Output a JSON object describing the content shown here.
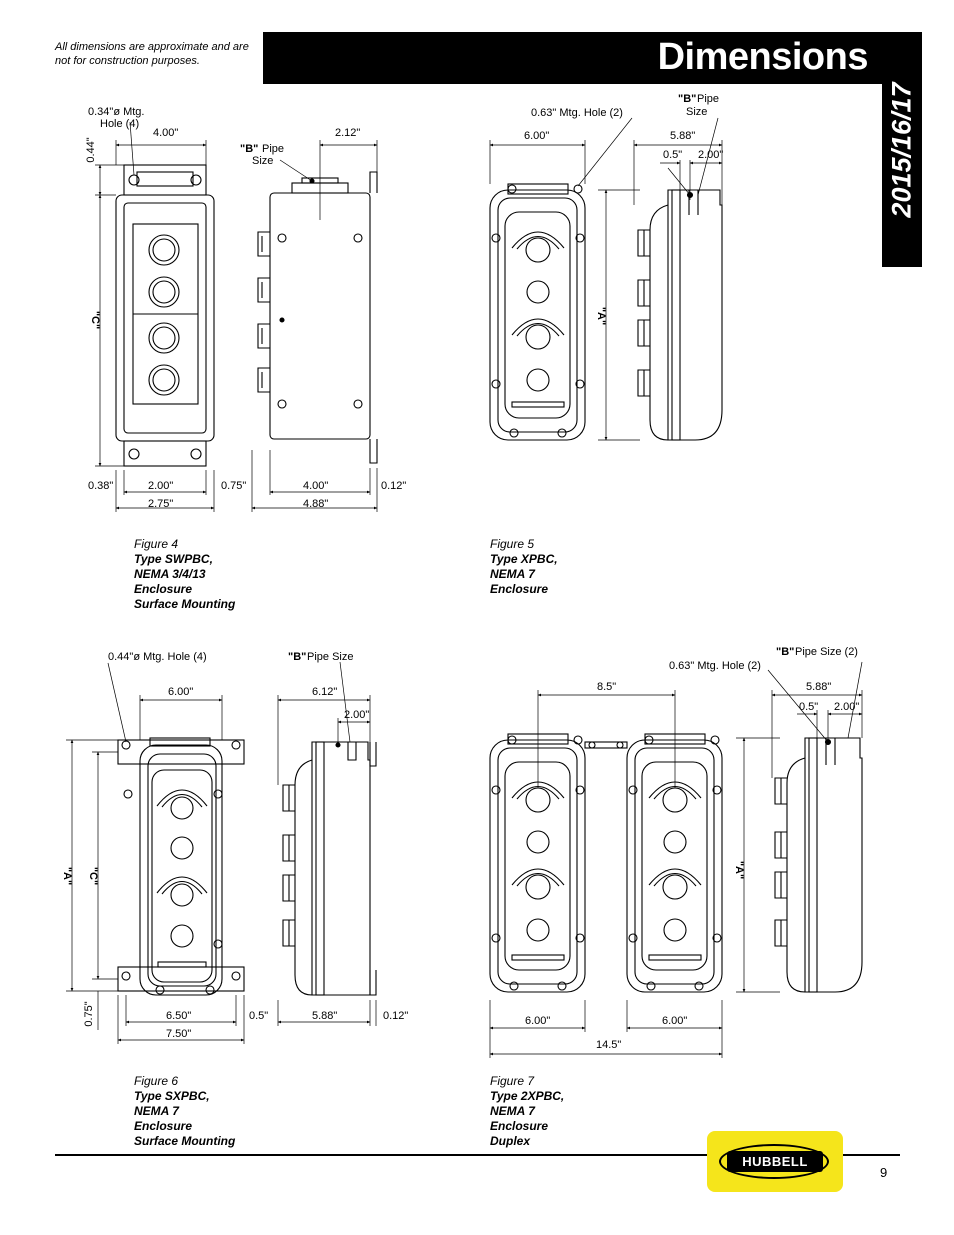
{
  "header": {
    "disclaimer": "All dimensions are approximate and are not for construction purposes.",
    "title": "Dimensions",
    "year": "2015/16/17"
  },
  "figures": [
    {
      "id": "fig4",
      "label": "Figure 4",
      "lines": [
        "Type SWPBC,",
        "NEMA 3/4/13",
        "Enclosure",
        "Surface Mounting"
      ],
      "dims": {
        "hole": "0.34\"ø Mtg.",
        "hole2": "Hole (4)",
        "w_top": "4.00\"",
        "h_small": "0.44\"",
        "pipe_b": "\"B\"",
        "pipe_pipe": "Pipe",
        "pipe_size": "Size",
        "side_top": "2.12\"",
        "c": "\"C\"",
        "b1": "0.38\"",
        "b2": "2.00\"",
        "b3": "2.75\"",
        "s1": "0.75\"",
        "s2": "4.00\"",
        "s3": "0.12\"",
        "s4": "4.88\""
      }
    },
    {
      "id": "fig5",
      "label": "Figure 5",
      "lines": [
        "Type XPBC,",
        "NEMA 7",
        "Enclosure"
      ],
      "dims": {
        "hole": "0.63\" Mtg. Hole (2)",
        "pipe_b": "\"B\"",
        "pipe_pipe": "Pipe",
        "pipe_size": "Size",
        "w_top": "6.00\"",
        "side_top": "5.88\"",
        "side_a": "0.5\"",
        "side_b": "2.00\"",
        "a": "\"A\""
      }
    },
    {
      "id": "fig6",
      "label": "Figure 6",
      "lines": [
        "Type SXPBC,",
        "NEMA 7",
        "Enclosure",
        "Surface Mounting"
      ],
      "dims": {
        "hole": "0.44\"ø Mtg. Hole (4)",
        "pipe_b": "\"B\"",
        "pipe_rest": "Pipe Size",
        "w_top": "6.00\"",
        "side_top": "6.12\"",
        "side_b": "2.00\"",
        "a": "\"A\"",
        "c": "\"C\"",
        "h_small": "0.75\"",
        "b1": "6.50\"",
        "b2": "7.50\"",
        "s1": "0.5\"",
        "s2": "5.88\"",
        "s3": "0.12\""
      }
    },
    {
      "id": "fig7",
      "label": "Figure 7",
      "lines": [
        "Type 2XPBC,",
        "NEMA 7",
        "Enclosure",
        "Duplex"
      ],
      "dims": {
        "pipe_b": "\"B\"",
        "pipe_rest": "Pipe Size (2)",
        "hole": "0.63\" Mtg. Hole (2)",
        "center": "8.5\"",
        "side_top": "5.88\"",
        "side_a": "0.5\"",
        "side_b": "2.00\"",
        "a": "\"A\"",
        "b1": "6.00\"",
        "b2": "6.00\"",
        "b3": "14.5\""
      }
    }
  ],
  "footer": {
    "logo": "HUBBELL",
    "page_number": "9"
  }
}
